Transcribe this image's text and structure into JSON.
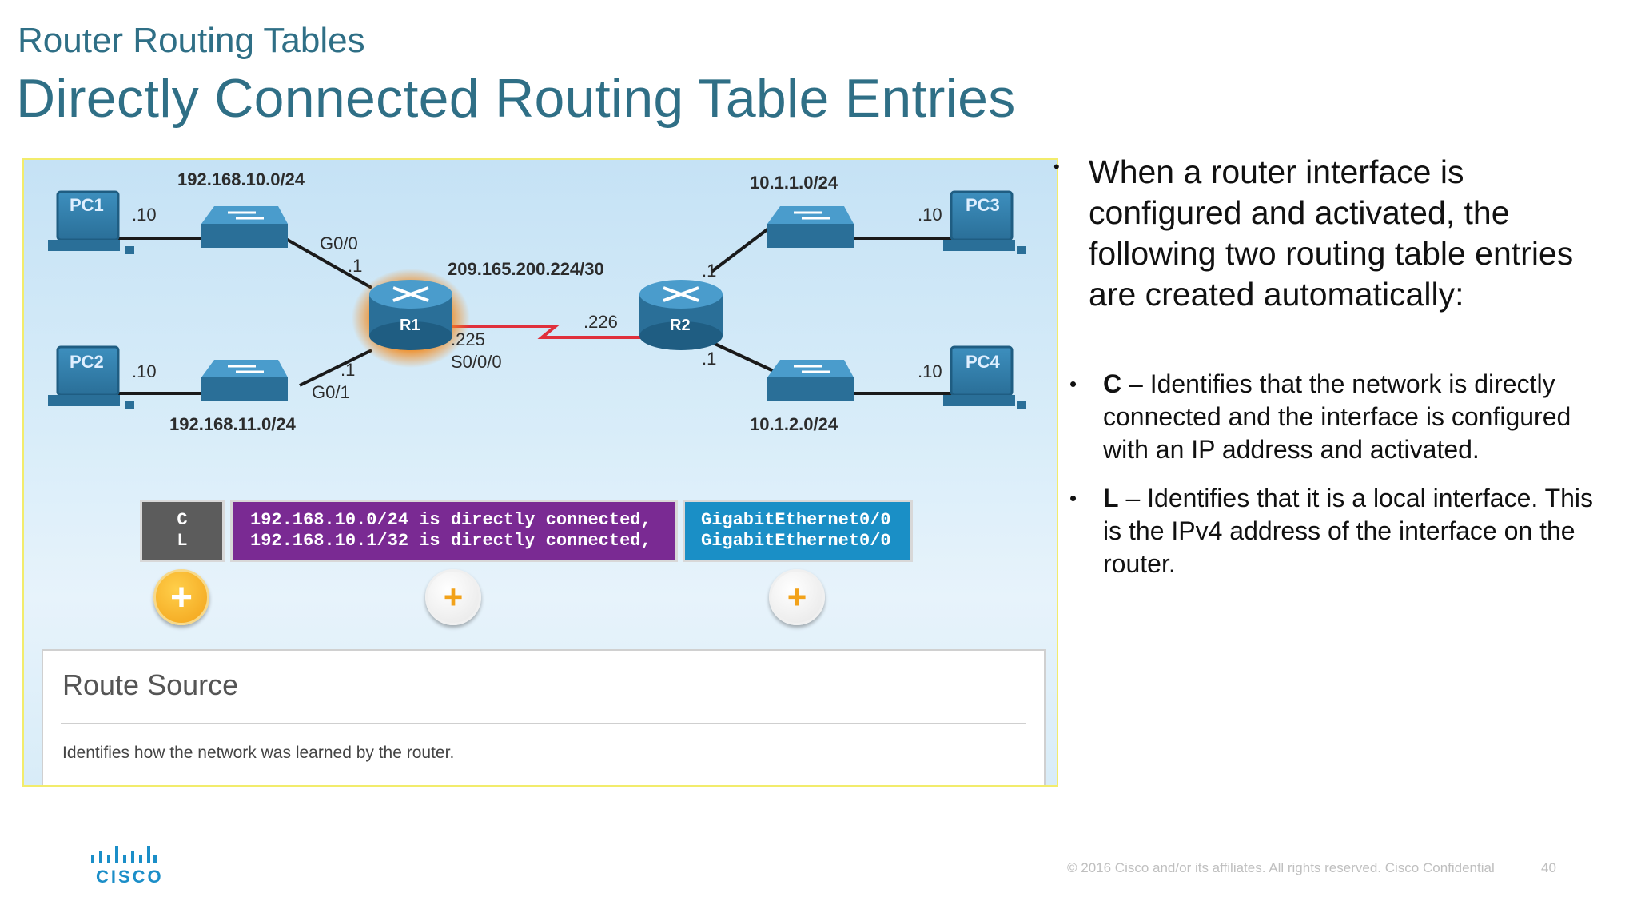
{
  "slide": {
    "section_title": "Router Routing Tables",
    "title": "Directly Connected Routing Table Entries"
  },
  "diagram": {
    "networks": {
      "lan1": "192.168.10.0/24",
      "lan2": "192.168.11.0/24",
      "lan3": "10.1.1.0/24",
      "lan4": "10.1.2.0/24",
      "wan": "209.165.200.224/30"
    },
    "devices": {
      "pc1": "PC1",
      "pc2": "PC2",
      "pc3": "PC3",
      "pc4": "PC4",
      "r1": "R1",
      "r2": "R2"
    },
    "addresses": {
      "pc1_host": ".10",
      "pc2_host": ".10",
      "pc3_host": ".10",
      "pc4_host": ".10",
      "r1_g00_host": ".1",
      "r1_g01_host": ".1",
      "r2_top_host": ".1",
      "r2_bottom_host": ".1",
      "r1_serial_host": ".225",
      "r2_serial_host": ".226"
    },
    "interfaces": {
      "r1_g00": "G0/0",
      "r1_g01": "G0/1",
      "r1_s000": "S0/0/0"
    },
    "route_entry": {
      "code_c": "C",
      "code_l": "L",
      "line_c": "192.168.10.0/24 is directly connected,",
      "line_l": "192.168.10.1/32 is directly connected,",
      "iface_c": "GigabitEthernet0/0",
      "iface_l": "GigabitEthernet0/0"
    },
    "info": {
      "title": "Route Source",
      "text": "Identifies how the network was learned by the router."
    },
    "colors": {
      "codes_bg": "#5c5c5c",
      "network_bg": "#7a2a93",
      "interface_bg": "#1a8fc6",
      "highlight": "#f2a21a"
    }
  },
  "content": {
    "intro": "When a router interface is configured and activated, the following two routing table entries are created automatically:",
    "bullets": [
      {
        "key": "C",
        "text": " – Identifies that the network is directly connected and the interface is configured with an IP address and activated."
      },
      {
        "key": "L",
        "text": " – Identifies that it is a local interface.  This is the IPv4 address of the interface on the router."
      }
    ]
  },
  "footer": {
    "logo": "CISCO",
    "copyright": "© 2016  Cisco and/or its affiliates. All rights reserved.   Cisco Confidential",
    "page": "40"
  }
}
